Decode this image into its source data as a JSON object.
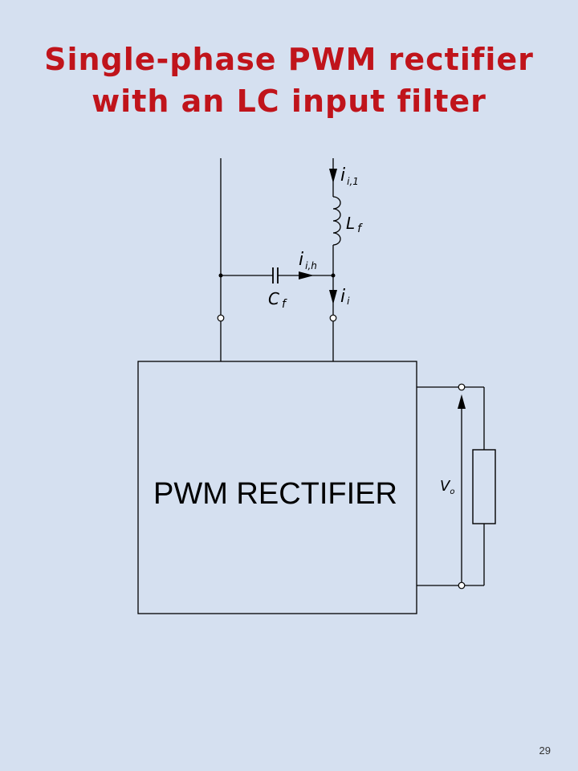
{
  "title": {
    "line1": "Single-phase PWM rectifier",
    "line2": "with an LC input filter"
  },
  "diagram": {
    "block_label": "PWM RECTIFIER",
    "labels": {
      "i_i1": {
        "main": "i",
        "sub": "i,1"
      },
      "L_f": {
        "main": "L",
        "sub": "f"
      },
      "i_ih": {
        "main": "i",
        "sub": "i,h"
      },
      "C_f": {
        "main": "C",
        "sub": "f"
      },
      "i_i": {
        "main": "i",
        "sub": "i"
      },
      "V_o": {
        "main": "V",
        "sub": "o"
      }
    }
  },
  "footer": {
    "page_number": "29"
  }
}
